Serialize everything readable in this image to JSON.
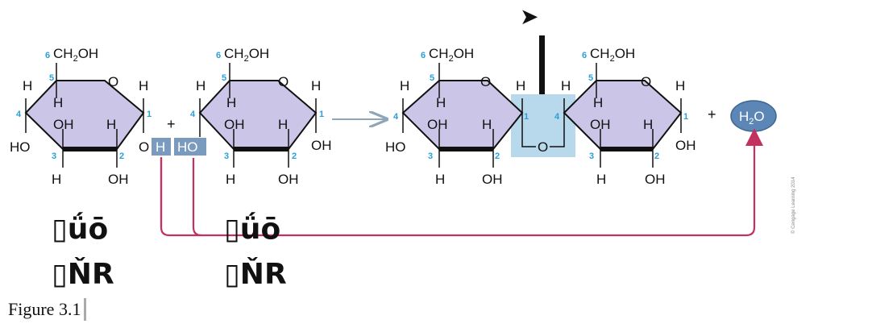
{
  "figure_caption": "Figure 3.1",
  "copyright": "© Cengage Learning 2014",
  "plus_sign": "+",
  "product_water": {
    "main": "H",
    "sub": "2",
    "tail": "O"
  },
  "hydroxymethyl": {
    "prefix": "CH",
    "sub": "2",
    "suffix": "OH",
    "carbon_number": "6"
  },
  "ring_atoms": {
    "H": "H",
    "OH": "OH",
    "HO": "HO",
    "ring_O": "O",
    "bridge_O": "O"
  },
  "carbon_numbers": [
    "1",
    "2",
    "3",
    "4",
    "5"
  ],
  "reacting_groups": {
    "left_O": "O",
    "left_H": "H",
    "right_HO": "HO"
  },
  "glyph_labels": {
    "line1": "▯ǘō",
    "line2": "▯ŇR"
  },
  "top_glyph": "➤",
  "colors": {
    "ring_fill": "#cbc6e8",
    "highlight_fill": "#b8d8ec",
    "water_fill": "#5b86b6",
    "reacting_fill": "#7a9bbd",
    "arrow_gray": "#8fa5b8",
    "return_arrow": "#c2325e",
    "carbon_number": "#2a9fd8"
  }
}
